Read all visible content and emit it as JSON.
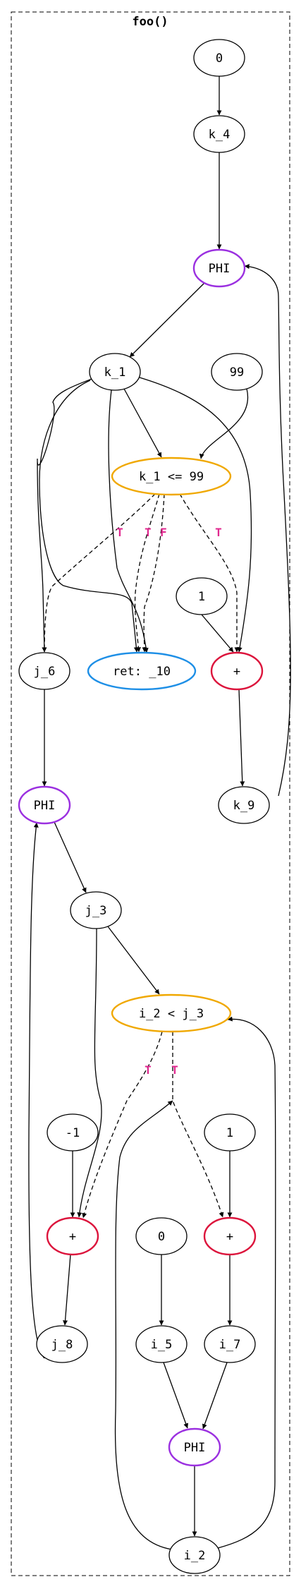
{
  "cluster": {
    "title": "foo()"
  },
  "colors": {
    "default": "#000000",
    "phi": "#9b30e0",
    "condition": "#f0a800",
    "op": "#dc143c",
    "ret": "#1e8fe6",
    "label": "#e0288f"
  },
  "nodes": [
    {
      "id": "n_0a",
      "label": "0",
      "kind": "default"
    },
    {
      "id": "k_4",
      "label": "k_4",
      "kind": "default"
    },
    {
      "id": "phi_k",
      "label": "PHI",
      "kind": "phi"
    },
    {
      "id": "k_1",
      "label": "k_1",
      "kind": "default"
    },
    {
      "id": "n_99",
      "label": "99",
      "kind": "default"
    },
    {
      "id": "cond_k",
      "label": "k_1 <= 99",
      "kind": "condition"
    },
    {
      "id": "n_1a",
      "label": "1",
      "kind": "default"
    },
    {
      "id": "j_6",
      "label": "j_6",
      "kind": "default"
    },
    {
      "id": "ret",
      "label": "ret: _10",
      "kind": "ret"
    },
    {
      "id": "plus_k",
      "label": "+",
      "kind": "op"
    },
    {
      "id": "k_9",
      "label": "k_9",
      "kind": "default"
    },
    {
      "id": "phi_j",
      "label": "PHI",
      "kind": "phi"
    },
    {
      "id": "j_3",
      "label": "j_3",
      "kind": "default"
    },
    {
      "id": "cond_ij",
      "label": "i_2 < j_3",
      "kind": "condition"
    },
    {
      "id": "n_m1",
      "label": "-1",
      "kind": "default"
    },
    {
      "id": "n_1b",
      "label": "1",
      "kind": "default"
    },
    {
      "id": "plus_j",
      "label": "+",
      "kind": "op"
    },
    {
      "id": "n_0b",
      "label": "0",
      "kind": "default"
    },
    {
      "id": "plus_i",
      "label": "+",
      "kind": "op"
    },
    {
      "id": "j_8",
      "label": "j_8",
      "kind": "default"
    },
    {
      "id": "i_5",
      "label": "i_5",
      "kind": "default"
    },
    {
      "id": "i_7",
      "label": "i_7",
      "kind": "default"
    },
    {
      "id": "phi_i",
      "label": "PHI",
      "kind": "phi"
    },
    {
      "id": "i_2",
      "label": "i_2",
      "kind": "default"
    }
  ],
  "edges": [
    {
      "from": "n_0a",
      "to": "k_4",
      "style": "solid"
    },
    {
      "from": "k_4",
      "to": "phi_k",
      "style": "solid"
    },
    {
      "from": "phi_k",
      "to": "k_1",
      "style": "solid"
    },
    {
      "from": "k_1",
      "to": "cond_k",
      "style": "solid"
    },
    {
      "from": "n_99",
      "to": "cond_k",
      "style": "solid"
    },
    {
      "from": "k_1",
      "to": "j_6",
      "style": "solid"
    },
    {
      "from": "k_1",
      "to": "ret",
      "style": "solid"
    },
    {
      "from": "k_1",
      "to": "ret",
      "style": "solid"
    },
    {
      "from": "k_1",
      "to": "plus_k",
      "style": "solid"
    },
    {
      "from": "n_1a",
      "to": "plus_k",
      "style": "solid"
    },
    {
      "from": "cond_k",
      "to": "j_6",
      "style": "dashed",
      "label": "T"
    },
    {
      "from": "cond_k",
      "to": "ret",
      "style": "dashed",
      "label": "T"
    },
    {
      "from": "cond_k",
      "to": "ret",
      "style": "dashed",
      "label": "F"
    },
    {
      "from": "cond_k",
      "to": "plus_k",
      "style": "dashed",
      "label": "T"
    },
    {
      "from": "plus_k",
      "to": "k_9",
      "style": "solid"
    },
    {
      "from": "k_9",
      "to": "phi_k",
      "style": "solid"
    },
    {
      "from": "j_6",
      "to": "phi_j",
      "style": "solid"
    },
    {
      "from": "phi_j",
      "to": "j_3",
      "style": "solid"
    },
    {
      "from": "j_3",
      "to": "cond_ij",
      "style": "solid"
    },
    {
      "from": "j_3",
      "to": "plus_j",
      "style": "solid"
    },
    {
      "from": "n_m1",
      "to": "plus_j",
      "style": "solid"
    },
    {
      "from": "cond_ij",
      "to": "plus_j",
      "style": "dashed",
      "label": "T"
    },
    {
      "from": "cond_ij",
      "to": "plus_i",
      "style": "dashed",
      "label": "T"
    },
    {
      "from": "n_1b",
      "to": "plus_i",
      "style": "solid"
    },
    {
      "from": "plus_j",
      "to": "j_8",
      "style": "solid"
    },
    {
      "from": "j_8",
      "to": "phi_j",
      "style": "solid"
    },
    {
      "from": "n_0b",
      "to": "i_5",
      "style": "solid"
    },
    {
      "from": "plus_i",
      "to": "i_7",
      "style": "solid"
    },
    {
      "from": "i_5",
      "to": "phi_i",
      "style": "solid"
    },
    {
      "from": "i_7",
      "to": "phi_i",
      "style": "solid"
    },
    {
      "from": "phi_i",
      "to": "i_2",
      "style": "solid"
    },
    {
      "from": "i_2",
      "to": "cond_ij",
      "style": "solid"
    },
    {
      "from": "i_2",
      "to": "plus_i",
      "style": "solid"
    }
  ]
}
